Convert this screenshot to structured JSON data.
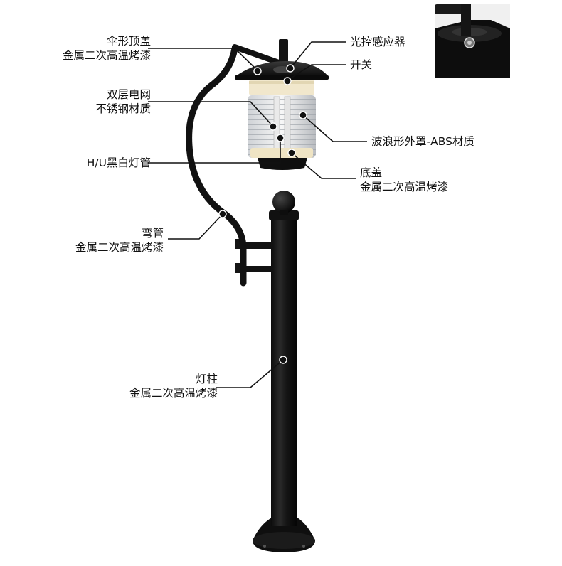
{
  "callouts": {
    "umbrella_top": {
      "title": "伞形顶盖",
      "material": "金属二次高温烤漆"
    },
    "light_sensor": {
      "title": "光控感应器"
    },
    "switch": {
      "title": "开关"
    },
    "double_grid": {
      "title": "双层电网",
      "material": "不锈钢材质"
    },
    "wave_shield": {
      "title": "波浪形外罩-ABS材质"
    },
    "hu_tube": {
      "title": "H/U黑白灯管"
    },
    "bottom_cover": {
      "title": "底盖",
      "material": "金属二次高温烤漆"
    },
    "bent_pipe": {
      "title": "弯管",
      "material": "金属二次高温烤漆"
    },
    "lamp_post": {
      "title": "灯柱",
      "material": "金属二次高温烤漆"
    }
  }
}
